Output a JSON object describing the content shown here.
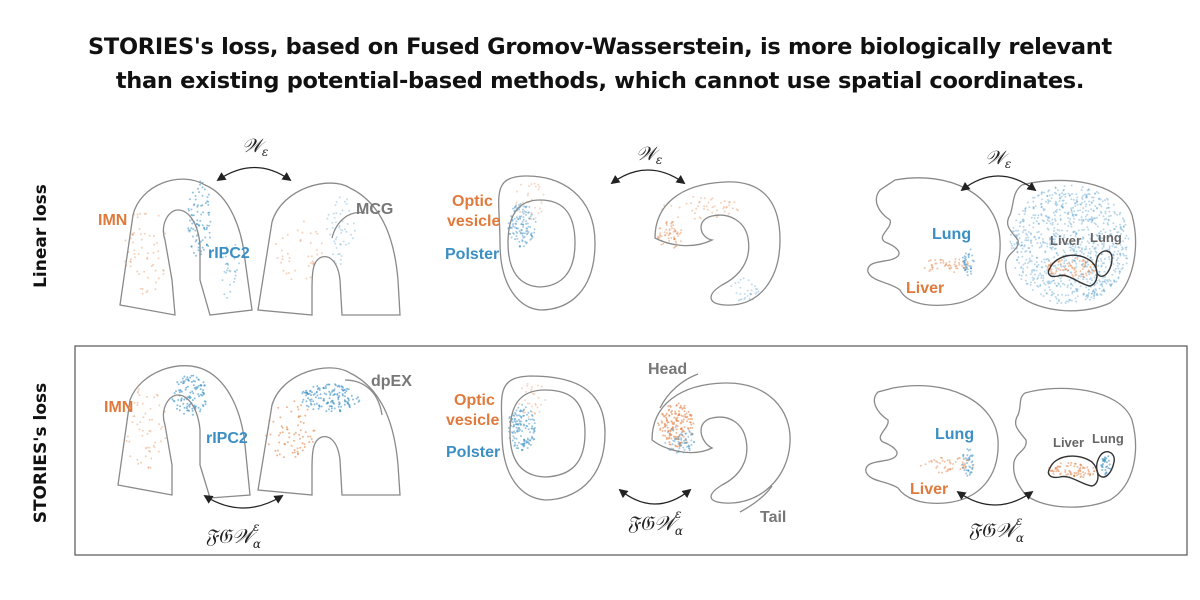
{
  "title": {
    "line1": "STORIES's loss, based on Fused Gromov-Wasserstein, is more biologically relevant",
    "line2": "than existing potential-based methods, which cannot use spatial coordinates."
  },
  "rows": {
    "linear": "Linear loss",
    "stories": "STORIES's loss"
  },
  "math": {
    "w_base": "𝒲",
    "w_sub": "ε",
    "fgw_base": "𝔉𝔊𝒲",
    "fgw_sub": "α",
    "fgw_sup": "ε"
  },
  "labels": {
    "imn": "IMN",
    "ripc2": "rIPC2",
    "mcg": "MCG",
    "dpex": "dpEX",
    "optic1": "Optic",
    "optic2": "vesicle",
    "polster": "Polster",
    "head": "Head",
    "tail": "Tail",
    "lung": "Lung",
    "liver": "Liver"
  },
  "colors": {
    "orange": "#e07a3c",
    "blue": "#3b8fc4",
    "gray_label": "#777777",
    "outline": "#8a8a8a"
  }
}
